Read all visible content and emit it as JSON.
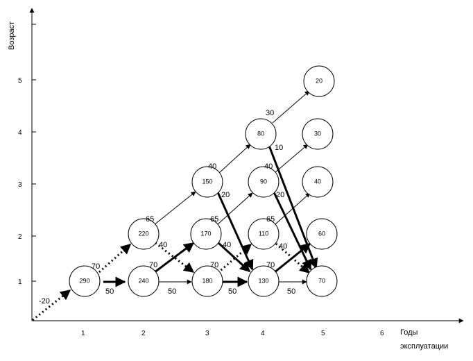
{
  "axes": {
    "y_label": "Возраст",
    "x_label_line1": "Годы",
    "x_label_line2": "эксплуатации",
    "y_ticks": [
      "1",
      "2",
      "3",
      "4",
      "5"
    ],
    "x_ticks": [
      "1",
      "2",
      "3",
      "4",
      "5",
      "6"
    ]
  },
  "nodes": [
    {
      "id": "n290",
      "value": "290"
    },
    {
      "id": "n240",
      "value": "240"
    },
    {
      "id": "n180",
      "value": "180"
    },
    {
      "id": "n130",
      "value": "130"
    },
    {
      "id": "n70",
      "value": "70"
    },
    {
      "id": "n220",
      "value": "220"
    },
    {
      "id": "n170",
      "value": "170"
    },
    {
      "id": "n110",
      "value": "110"
    },
    {
      "id": "n60",
      "value": "60"
    },
    {
      "id": "n150",
      "value": "150"
    },
    {
      "id": "n90",
      "value": "90"
    },
    {
      "id": "n40",
      "value": "40"
    },
    {
      "id": "n80",
      "value": "80"
    },
    {
      "id": "n30",
      "value": "30"
    },
    {
      "id": "n20",
      "value": "20"
    }
  ],
  "edge_labels": [
    {
      "id": "lbl-start",
      "text": "-20"
    },
    {
      "id": "lbl-290-220",
      "text": "70"
    },
    {
      "id": "lbl-290-240",
      "text": "50"
    },
    {
      "id": "lbl-240-180",
      "text": "50"
    },
    {
      "id": "lbl-180-130",
      "text": "50"
    },
    {
      "id": "lbl-130-70",
      "text": "50"
    },
    {
      "id": "lbl-240-170",
      "text": "70"
    },
    {
      "id": "lbl-180-110",
      "text": "70"
    },
    {
      "id": "lbl-130-60",
      "text": "70"
    },
    {
      "id": "lbl-220-180",
      "text": "40"
    },
    {
      "id": "lbl-170-130",
      "text": "40"
    },
    {
      "id": "lbl-110-70",
      "text": "40"
    },
    {
      "id": "lbl-220-150",
      "text": "65"
    },
    {
      "id": "lbl-170-90",
      "text": "65"
    },
    {
      "id": "lbl-110-40",
      "text": "65"
    },
    {
      "id": "lbl-150-80",
      "text": "40"
    },
    {
      "id": "lbl-90-30",
      "text": "40"
    },
    {
      "id": "lbl-150-130",
      "text": "20"
    },
    {
      "id": "lbl-90-70",
      "text": "20"
    },
    {
      "id": "lbl-80-20",
      "text": "30"
    },
    {
      "id": "lbl-80-70",
      "text": "10"
    }
  ]
}
